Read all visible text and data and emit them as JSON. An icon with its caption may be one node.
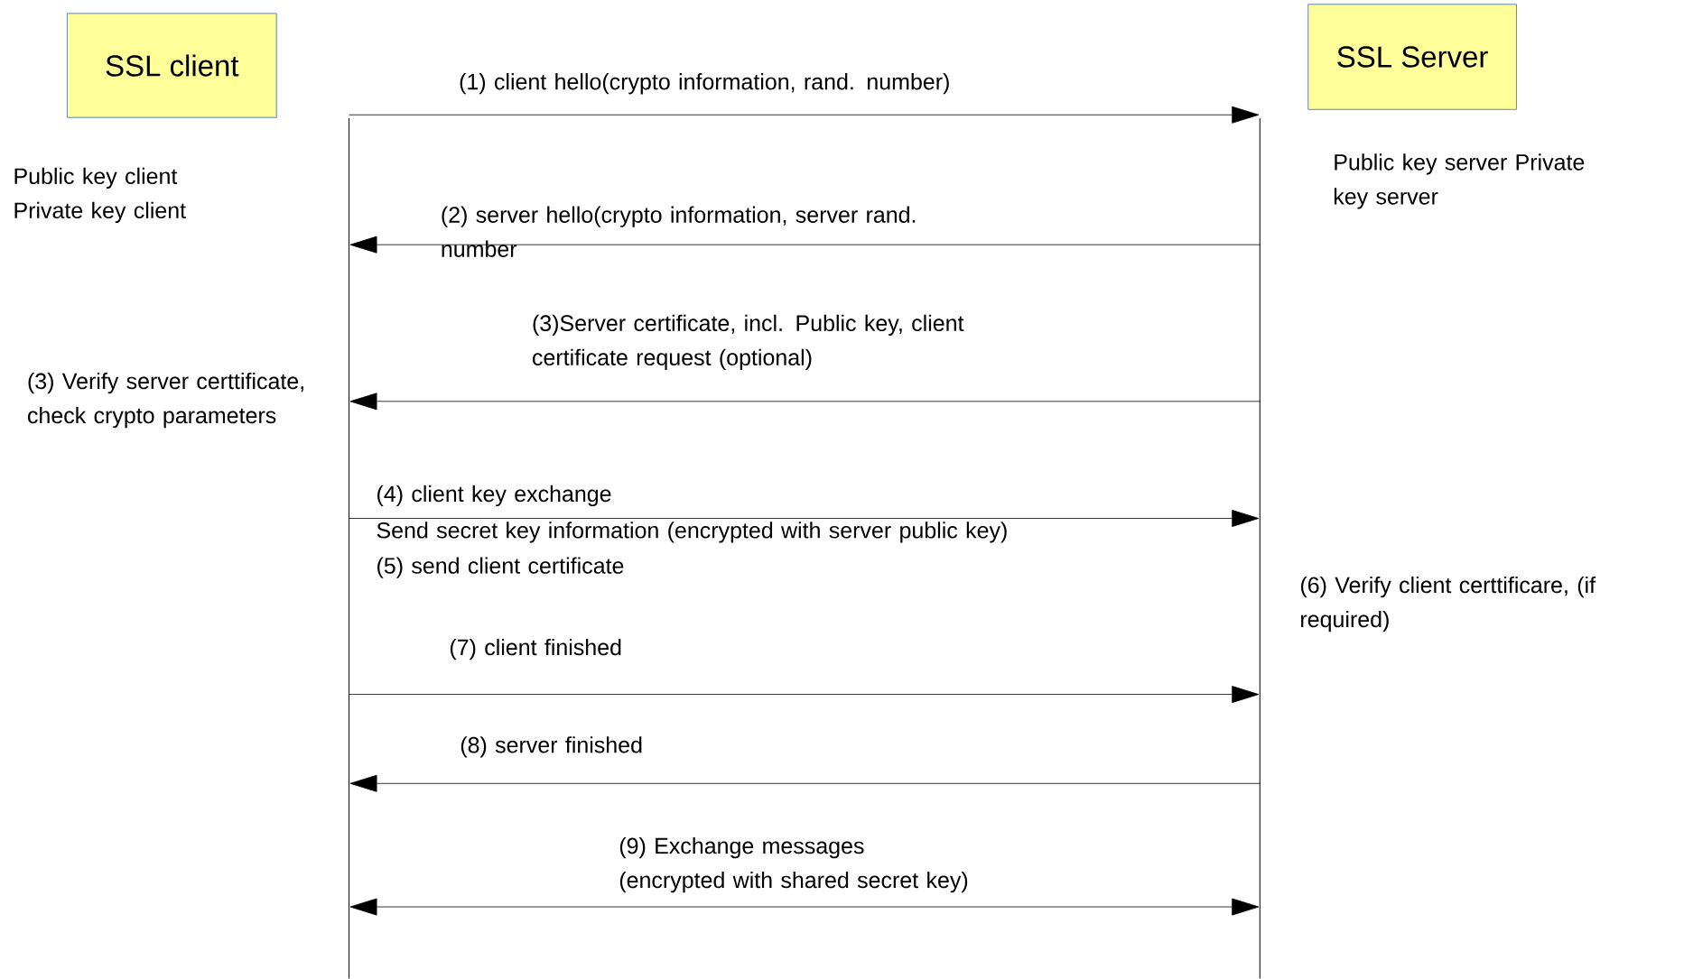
{
  "diagram": {
    "nodes": [
      {
        "text": [
          "SSL client"
        ]
      },
      {
        "text": [
          "SSL Server"
        ]
      },
      {
        "text": [],
        "shape": "line"
      },
      {
        "text": [],
        "shape": "line"
      }
    ],
    "edges": [
      {
        "from": 2,
        "to": 3,
        "arrow": "to",
        "label": "(1) client hello(crypto information, rand. number)"
      },
      {
        "from": 3,
        "to": 2,
        "arrow": "to",
        "label": "(2) server hello(crypto information, server rand. number"
      },
      {
        "from": 3,
        "to": 2,
        "arrow": "to",
        "label": "(3)Server certificate, incl. Public key, client certificate request (optional)"
      },
      {
        "from": 2,
        "to": 3,
        "arrow": "to",
        "label": "(4) client key exchange"
      },
      {
        "from": 2,
        "to": 3,
        "arrow": "to",
        "label": "(7) client finished"
      },
      {
        "from": 3,
        "to": 2,
        "arrow": "to",
        "label": "(8) server finished"
      },
      {
        "from": 2,
        "to": 3,
        "arrow": "both",
        "label": "(9) Exchange messages (encrypted with shared secret key)"
      }
    ],
    "labels": [
      "Public key client Private key client",
      "Public key server Private key server",
      "(3) Verify server certtificate, check crypto parameters",
      "Send secret key information (encrypted with server public key)",
      "(5) send client certificate",
      "(6) Verify client certtificare, (if required)"
    ]
  }
}
